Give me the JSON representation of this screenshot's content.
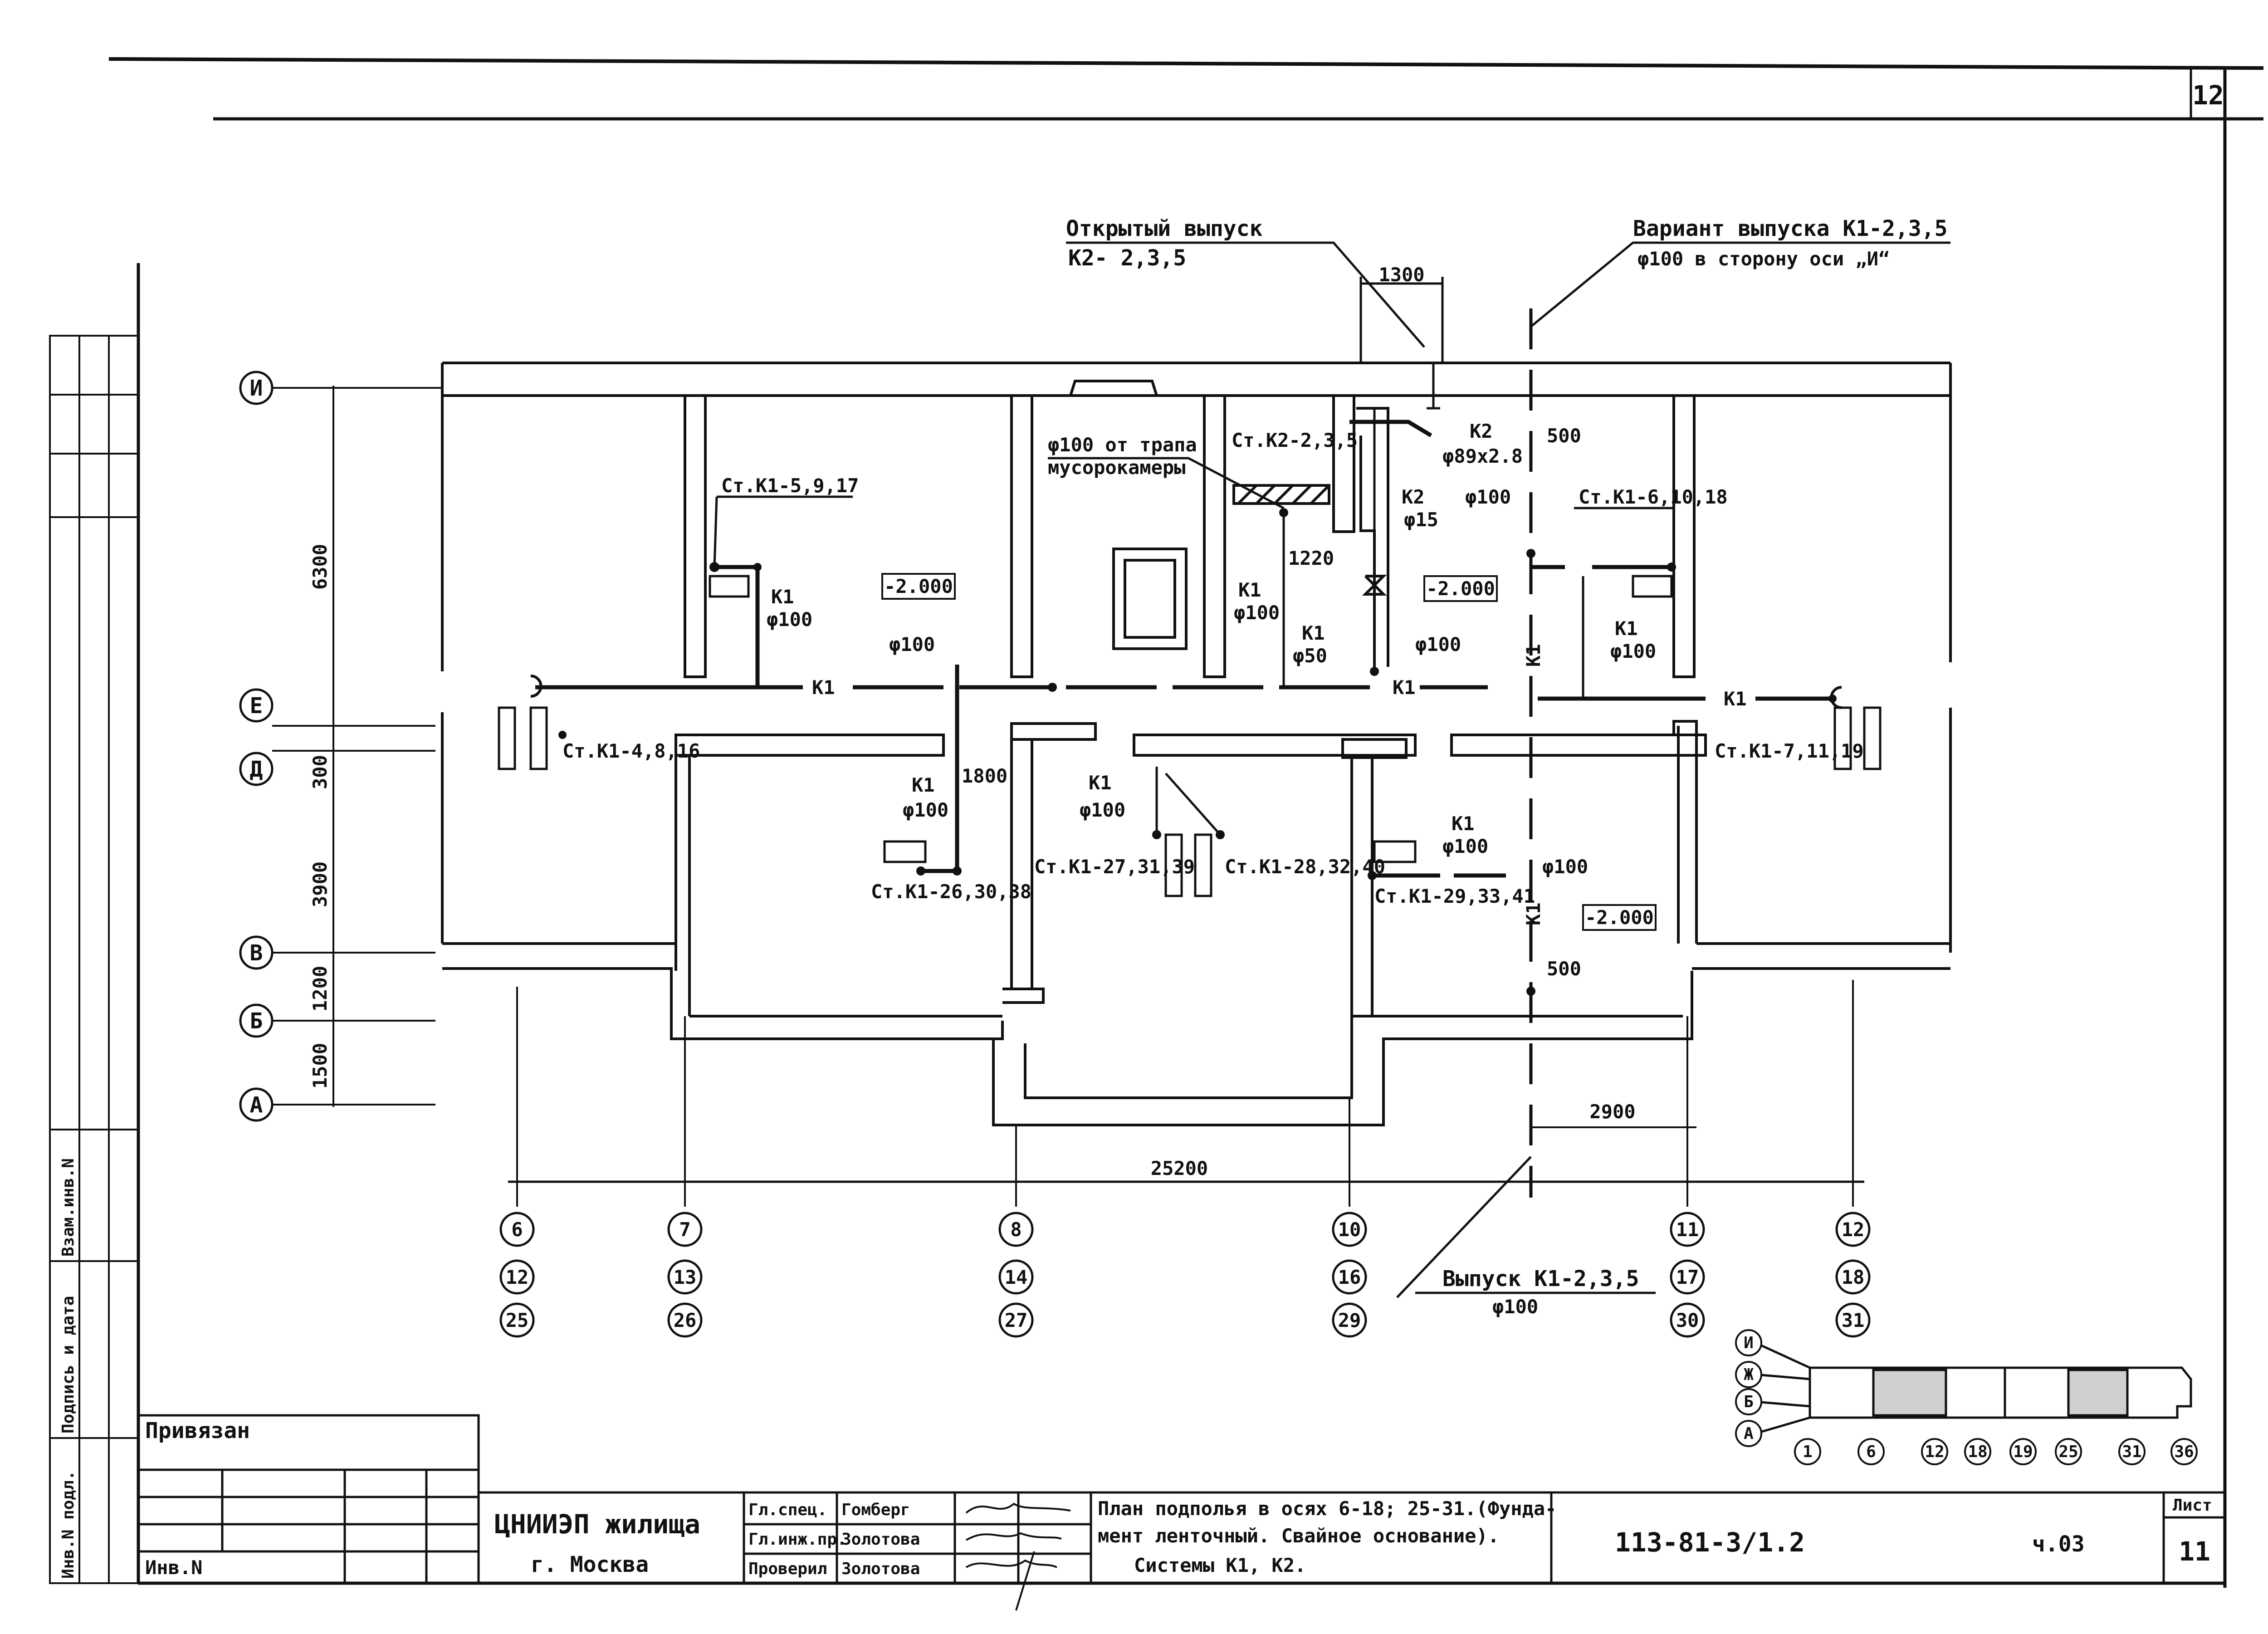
{
  "sheet_number": "12",
  "callouts": {
    "open_outlet_title": "Открытый выпуск",
    "open_outlet_sub": "К2- 2,3,5",
    "variant_title": "Вариант выпуска К1-2,3,5",
    "variant_sub": "φ100  в сторону оси „И“",
    "outlet_title": "Выпуск К1-2,3,5",
    "outlet_sub": "φ100",
    "trap_title": "φ100 от трапа",
    "trap_sub": "мусорокамеры"
  },
  "dimensions": {
    "d1300": "1300",
    "d6300": "6300",
    "d300": "300",
    "d3900": "3900",
    "d1200": "1200",
    "d1500": "1500",
    "d25200": "25200",
    "d2900": "2900",
    "d500a": "500",
    "d500b": "500",
    "d1220": "1220",
    "d1800": "1800"
  },
  "levels": {
    "l1": "-2.000",
    "l2": "-2.000",
    "l3": "-2.000"
  },
  "pipe_labels": {
    "k1": "К1",
    "k2": "К2",
    "d100": "φ100",
    "d50": "φ50",
    "d15": "φ15",
    "d89": "φ89x2.8"
  },
  "risers": {
    "r5": "Ст.К1-5,9,17",
    "r6": "Ст.К1-6,10,18",
    "r4": "Ст.К1-4,8,16",
    "r7": "Ст.К1-7,11,19",
    "r26": "Ст.К1-26,30,38",
    "r27": "Ст.К1-27,31,39",
    "r28": "Ст.К1-28,32,40",
    "r29": "Ст.К1-29,33,41",
    "rk2": "Ст.К2-2,3,5"
  },
  "axes": {
    "rows": [
      "И",
      "Е",
      "Д",
      "В",
      "Б",
      "А"
    ],
    "cols": [
      [
        "6",
        "12",
        "25"
      ],
      [
        "7",
        "13",
        "26"
      ],
      [
        "8",
        "14",
        "27"
      ],
      [
        "10",
        "16",
        "29"
      ],
      [
        "11",
        "17",
        "30"
      ],
      [
        "12",
        "18",
        "31"
      ]
    ]
  },
  "key_plan": {
    "rows": [
      "И",
      "Ж",
      "Б",
      "А"
    ],
    "cols": [
      "1",
      "6",
      "12",
      "18",
      "19",
      "25",
      "31",
      "36"
    ]
  },
  "side_stamp": {
    "s1": "Инв.N подл.",
    "s2": "Подпись и дата",
    "s3": "Взам.инв.N"
  },
  "title_block": {
    "privyazan": "Привязан",
    "inv": "Инв.N",
    "org_line1": "ЦНИИЭП жилища",
    "org_line2": "г. Москва",
    "roles": [
      "Гл.спец.",
      "Гл.инж.пр.",
      "Проверил"
    ],
    "names": [
      "Гомберг",
      "Золотова",
      "Золотова"
    ],
    "description_lines": [
      "План подполья в осях 6-18; 25-31.(Фунда-",
      "мент ленточный. Свайное основание).",
      "Системы  К1, К2."
    ],
    "code": "113-81-3/1.2",
    "part": "ч.03",
    "sheet_label": "Лист",
    "sheet_value": "11"
  }
}
